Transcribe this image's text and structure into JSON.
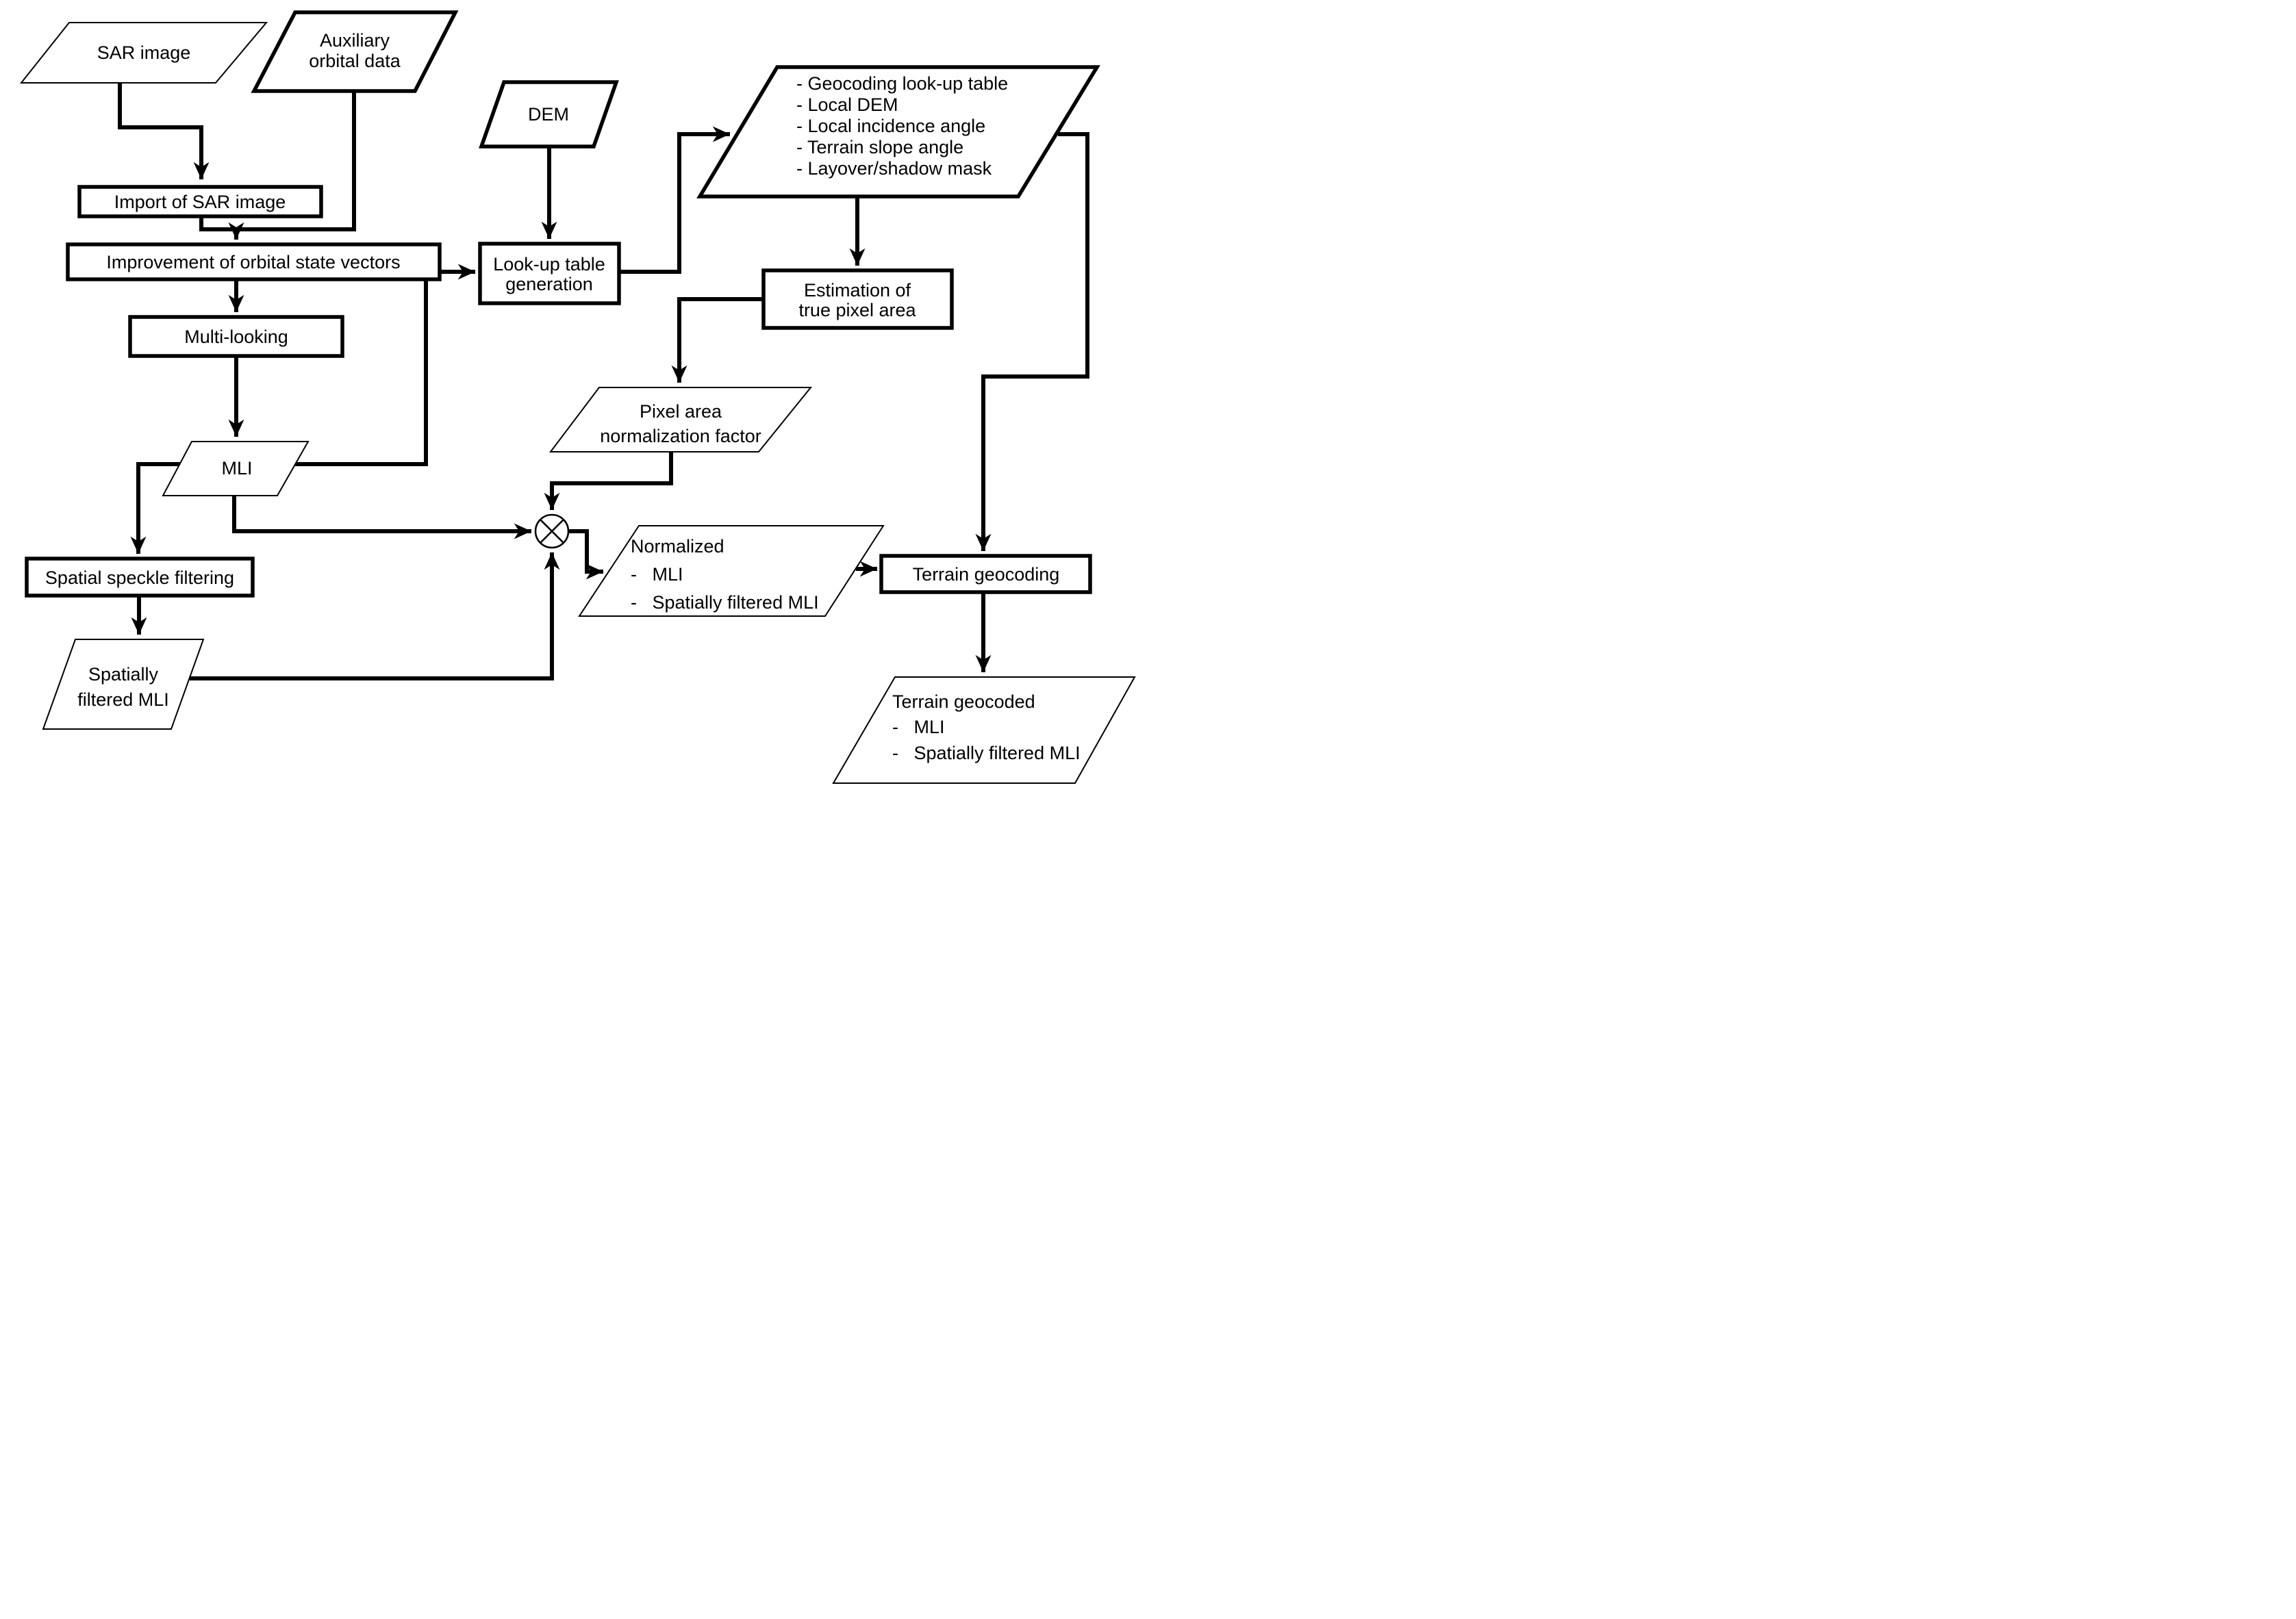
{
  "colors": {
    "ink": "#000000",
    "paper": "#ffffff"
  },
  "icons": {
    "multiply": "circled-times-product-symbol"
  },
  "nodes": {
    "sar_image": {
      "shape": "parallelogram",
      "label": "SAR image"
    },
    "aux_orbital": {
      "shape": "parallelogram",
      "lines": [
        "Auxiliary",
        "orbital data"
      ]
    },
    "import_sar": {
      "shape": "rect",
      "label": "Import of SAR image"
    },
    "improve_osv": {
      "shape": "rect",
      "label": "Improvement of orbital state vectors"
    },
    "multi_looking": {
      "shape": "rect",
      "label": "Multi-looking"
    },
    "mli": {
      "shape": "parallelogram",
      "label": "MLI"
    },
    "dem": {
      "shape": "parallelogram",
      "label": "DEM"
    },
    "lookup_gen": {
      "shape": "rect",
      "lines": [
        "Look-up table",
        "generation"
      ]
    },
    "geocoding_outputs": {
      "shape": "parallelogram",
      "lines": [
        "- Geocoding look-up table",
        "- Local DEM",
        "- Local incidence angle",
        "- Terrain slope angle",
        "- Layover/shadow mask"
      ]
    },
    "est_pixel_area": {
      "shape": "rect",
      "lines": [
        "Estimation of",
        "true pixel area"
      ]
    },
    "pixel_area_norm": {
      "shape": "parallelogram",
      "lines": [
        "Pixel area",
        "normalization factor"
      ]
    },
    "speckle_filtering": {
      "shape": "rect",
      "label": "Spatial speckle filtering"
    },
    "spatially_filtered_mli": {
      "shape": "parallelogram",
      "lines": [
        "Spatially",
        "filtered MLI"
      ]
    },
    "normalized": {
      "shape": "parallelogram",
      "lines": [
        "Normalized",
        "-   MLI",
        "-   Spatially filtered MLI"
      ]
    },
    "terrain_geocoding": {
      "shape": "rect",
      "label": "Terrain geocoding"
    },
    "terrain_geocoded": {
      "shape": "parallelogram",
      "lines": [
        "Terrain geocoded",
        "-   MLI",
        "-   Spatially filtered MLI"
      ]
    }
  }
}
